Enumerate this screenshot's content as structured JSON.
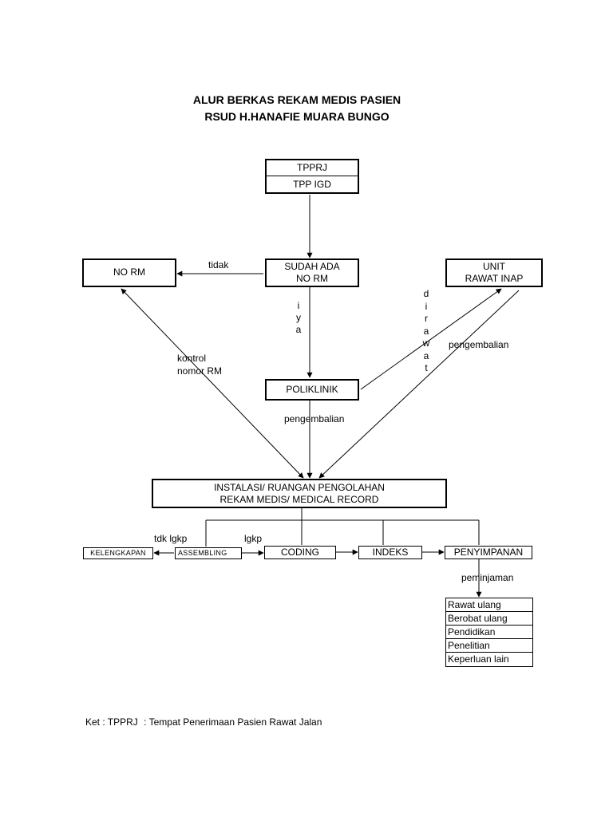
{
  "title": {
    "line1": "ALUR BERKAS REKAM MEDIS PASIEN",
    "line2": "RSUD H.HANAFIE MUARA BUNGO"
  },
  "nodes": {
    "tpprj": "TPPRJ",
    "tpp_igd": "TPP IGD",
    "sudah_ada_line1": "SUDAH ADA",
    "sudah_ada_line2": "NO RM",
    "no_rm": "NO RM",
    "unit_line1": "UNIT",
    "unit_line2": "RAWAT INAP",
    "poliklinik": "POLIKLINIK",
    "instalasi_line1": "INSTALASI/ RUANGAN PENGOLAHAN",
    "instalasi_line2": "REKAM MEDIS/ MEDICAL RECORD",
    "kelengkapan": "KELENGKAPAN",
    "assembling": "ASSEMBLING",
    "coding": "CODING",
    "indeks": "INDEKS",
    "penyimpanan": "PENYIMPANAN"
  },
  "edge_labels": {
    "tidak": "tidak",
    "iya": [
      "i",
      "y",
      "a"
    ],
    "dirawat": [
      "d",
      "i",
      "r",
      "a",
      "w",
      "a",
      "t"
    ],
    "pengembalian_right": "pengembalian",
    "kontrol_line1": "kontrol",
    "kontrol_line2": "nomor RM",
    "pengembalian_poli": "pengembalian",
    "tdk_lgkp": "tdk lgkp",
    "lgkp": "lgkp",
    "peminjaman": "peminjaman"
  },
  "peminjaman_list": [
    "Rawat ulang",
    "Berobat ulang",
    "Pendidikan",
    "Penelitian",
    "Keperluan lain"
  ],
  "footnote": {
    "term": "Ket : TPPRJ",
    "definition": ": Tempat Penerimaan Pasien Rawat Jalan"
  }
}
